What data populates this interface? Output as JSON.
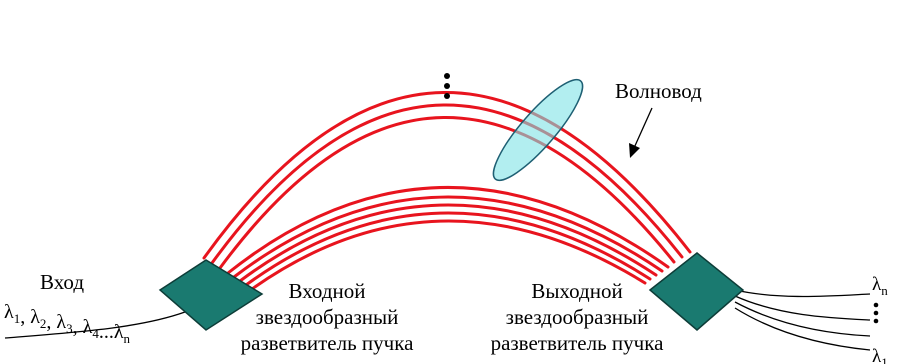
{
  "diagram": {
    "input": {
      "title": "Вход",
      "wavelengths": "λ1, λ2, λ3, λ4...λn"
    },
    "input_coupler": {
      "line1": "Входной",
      "line2": "звездообразный",
      "line3": "разветвитель пучка"
    },
    "output_coupler": {
      "line1": "Выходной",
      "line2": "звездообразный",
      "line3": "разветвитель пучка"
    },
    "waveguide_label": "Волновод",
    "output_top": "λn",
    "output_bottom": "λ1",
    "colors": {
      "fiber": "#e8141e",
      "coupler": "#1a7a70",
      "lens": "#7fe3e6"
    }
  }
}
